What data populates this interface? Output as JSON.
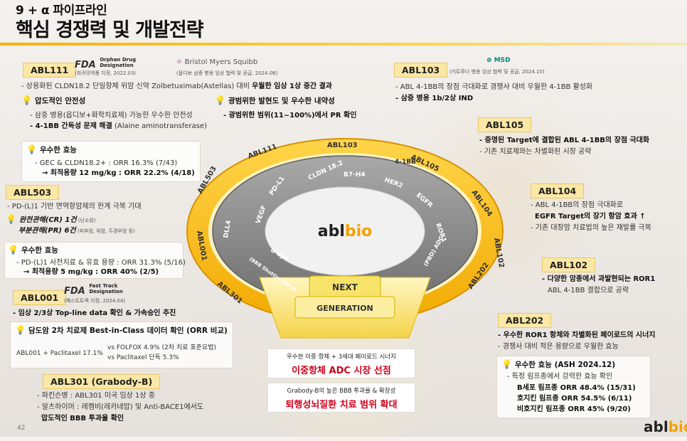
{
  "header": {
    "subtitle": "9 + α 파이프라인",
    "title": "핵심 경쟁력 및 개발전략"
  },
  "abl111": {
    "tag": "ABL111",
    "fda_logo": "FDA",
    "fda_text": "Orphan Drug Designation",
    "fda_note": "(희귀의약품 지정, 2022.03)",
    "bms_logo": "Bristol Myers Squibb",
    "bms_note": "(옵디보 삼중 병용 임상 협력 및 공급, 2024.06)",
    "line1_a": "- 상용화된 CLDN18.2 단일항체 위암 신약 Zolbetuximab(Astellas) 대비 ",
    "line1_b": "우월한 임상 1상 중간 결과",
    "safety_title": "압도적인 안전성",
    "safety_l1": "- 삼중 병용(옵디보+화학치료제) 가능한 우수한 안전성",
    "safety_l2": "- 4-1BB 간독성 문제 해결",
    "safety_l2b": " (Alaine aminotransferase)",
    "range_title": "광범위한 발현도 및 우수한 내약성",
    "range_l1": "- 광범위한 범위(11~100%)에서 PR 확인",
    "eff_title": "우수한 효능",
    "eff_l1": "- GEC & CLDN18.2+ : ORR 16.3% (7/43)",
    "eff_l2": "→ 최적용량 12 mg/kg : ORR 22.2% (4/18)"
  },
  "abl503": {
    "tag": "ABL503",
    "l1": "- PD-(L)1 기반 면역항암제의 한계 극복 기대",
    "cr": "완전관해(CR) 1건",
    "cr_note": " (난소암)",
    "pr": "부분관해(PR) 6건",
    "pr_note": " (피부암, 위암, 두경부암 등)",
    "eff_title": "우수한 효능",
    "eff_l1": "- PD-(L)1 사전치료 & 유효 용량 : ORR 31.3% (5/16)",
    "eff_l2": "→ 최적용량 5 mg/kg : ORR 40% (2/5)"
  },
  "abl001": {
    "tag": "ABL001",
    "fda_logo": "FDA",
    "fda_text": "Fast Track Designation",
    "fda_note": "(패스트트랙 지정, 2024.04)",
    "l1": "- 임상 2/3상 Top-line data 확인 & 가속승인 추진",
    "box_title": "담도암 2차 치료제 Best-in-Class 데이터 확인 (ORR 비교)",
    "cmp_left": "ABL001 + Paclitaxel 17.1%",
    "cmp_r1": "vs FOLFOX 4.9% (2차 치료 표준요법)",
    "cmp_r2": "vs Paclitaxel 단독 5.3%"
  },
  "abl301": {
    "tag": "ABL301 (Grabody-B)",
    "l1": "- 파킨슨병 : ABL301 미국 임상 1상 중",
    "l2": "- 알츠하이머 : 레켐비(레카네맙) 및 Anti-BACE1에서도",
    "l3": "압도적인 BBB 투과율 확인"
  },
  "abl103": {
    "tag": "ABL103",
    "msd_logo": "MSD",
    "msd_note": "(키트루다 병용 임상 협력 및 공급, 2024.10)",
    "l1": "- ABL 4-1BB의 장점 극대화로 경쟁사 대비 우월한 4-1BB 활성화",
    "l2": "- 삼중 병용 1b/2상 IND"
  },
  "abl105": {
    "tag": "ABL105",
    "l1": "- 증명된 Target에 결합된 ABL 4-1BB의 장점 극대화",
    "l2": "- 기존 치료제와는 차별화된 시장 공략"
  },
  "abl104": {
    "tag": "ABL104",
    "l1": "- ABL 4-1BB의 장점 극대화로",
    "l2": "EGFR Target의 장기 항암 효과 ↑",
    "l3": "- 기존 대장암 치료법의 높은 재발률 극복"
  },
  "abl102": {
    "tag": "ABL102",
    "l1": "- 다양한 암종에서 과발현되는 ROR1",
    "l2": "ABL 4-1BB 결합으로 공략"
  },
  "abl202": {
    "tag": "ABL202",
    "l1": "- 우수한 ROR1 항체와 차별화된 페이로드의 시너지",
    "l2": "- 경쟁사 대비 적은 용량으로 우월한 효능",
    "eff_title": "우수한 효능 (ASH 2024.12)",
    "eff_l0": "- 특정 림프종에서 강력한 효능 확인",
    "eff_l1": "B세포 림프종 ORR 48.4% (15/31)",
    "eff_l2": "호지킨 림프종 ORR 54.5% (6/11)",
    "eff_l3": "비호지킨 림프종 ORR 45% (9/20)"
  },
  "wheel": {
    "center_logo": "ablbio",
    "label_4_1bb": "4-1BB",
    "outer": [
      "ABL111",
      "ABL103",
      "ABL105",
      "ABL104",
      "ABL102",
      "ABL202",
      "ABL301",
      "ABL001",
      "ABL503"
    ],
    "inner": [
      "CLDN 18.2",
      "B7-H4",
      "HER2",
      "EGFR",
      "ROR1",
      "(PBD) ADC",
      "(BBB Shuttle) IGF1R",
      "α-syn",
      "VEGF",
      "DLL4",
      "PD-L1"
    ],
    "next": "NEXT",
    "generation": "GENERATION"
  },
  "callout1": {
    "l1": "우수한 이중 항체 + 3세대 페이로드 시너지",
    "l2": "이중항체 ADC 시장 선점"
  },
  "callout2": {
    "l1": "Grabody-B의 높은 BBB 투과율 & 확장성",
    "l2": "퇴행성뇌질환 치료 범위 확대"
  },
  "footer": {
    "page": "42",
    "brand_a": "abl",
    "brand_b": "bio"
  },
  "colors": {
    "accent": "#f5b400",
    "tag_bg": "#fbe7a6",
    "red": "#d0021b",
    "wheel_gray": "#8c8c8c"
  }
}
